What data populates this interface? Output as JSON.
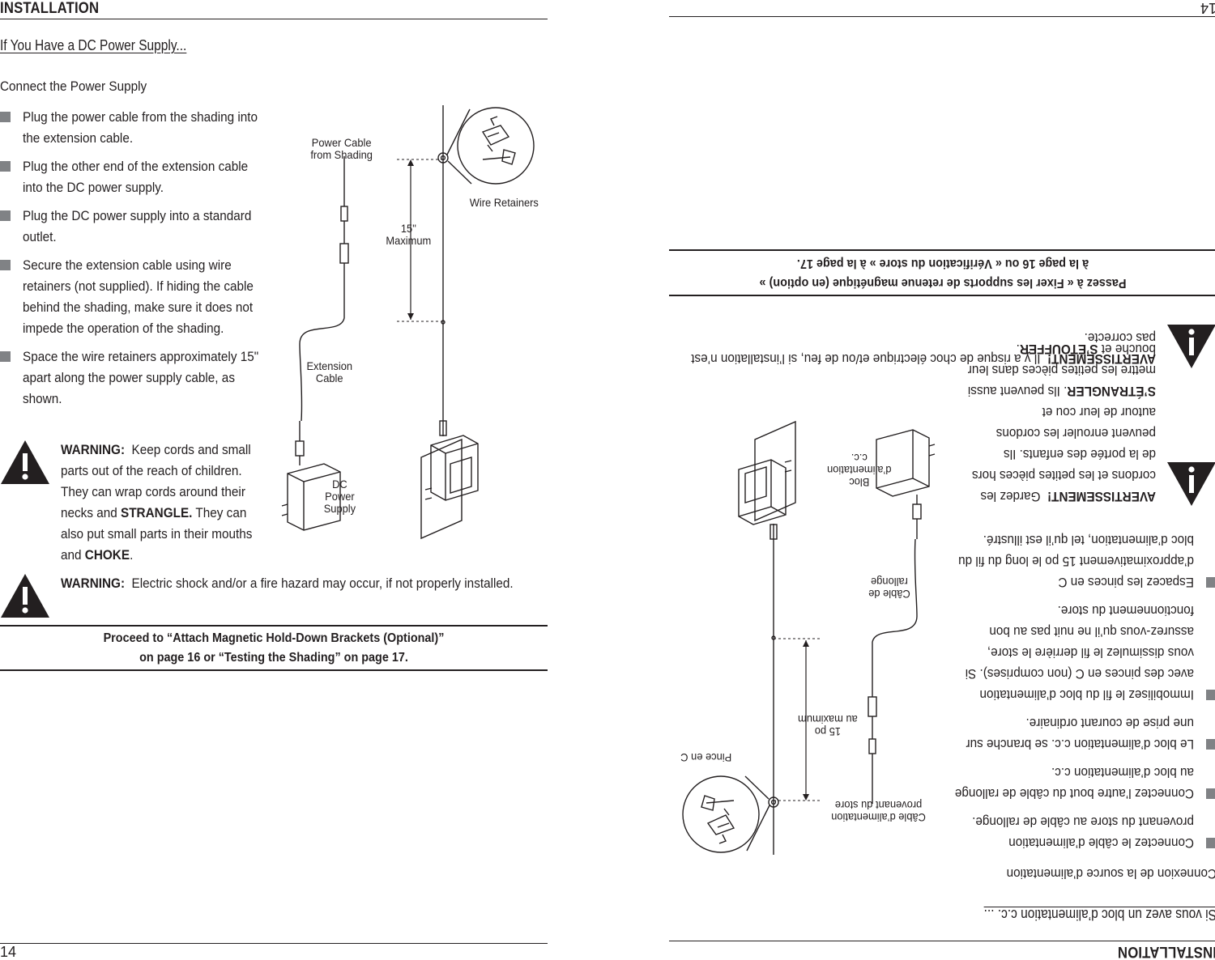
{
  "left_page": {
    "section_header": "INSTALLATION",
    "title": "If You Have a DC Power Supply...",
    "subheading": "Connect the Power Supply",
    "steps": [
      "Plug the power cable from the shading into the extension cable.",
      "Plug the other end of the extension cable into the DC power supply.",
      "Plug the DC power supply into a standard outlet.",
      "Secure the extension cable using wire retainers (not supplied). If hiding the cable behind the shading, make sure it does not impede the operation of the shading.",
      "Space the wire retainers approximately 15\" apart along the power supply cable, as shown."
    ],
    "warning1": {
      "label": "WARNING:",
      "text_a": "Keep cords and small parts out of the reach of children. They can wrap cords around their necks and",
      "strong_a": "STRANGLE.",
      "text_b": "They can also put small parts in their mouths and",
      "strong_b": "CHOKE",
      "end": "."
    },
    "warning2": {
      "label": "WARNING:",
      "text": "Electric shock and/or a fire hazard may occur, if not properly installed."
    },
    "proceed": {
      "line1": "Proceed to “Attach Magnetic Hold-Down Brackets (Optional)”",
      "line2": "on page 16 or “Testing the Shading” on page 17."
    },
    "diagram_labels": {
      "power_cable": [
        "Power Cable",
        "from Shading"
      ],
      "wire_retainers": "Wire Retainers",
      "spacing": [
        "15\"",
        "Maximum"
      ],
      "extension_cable": [
        "Extension",
        "Cable"
      ],
      "dc_power_supply": [
        "DC",
        "Power",
        "Supply"
      ]
    },
    "page_number": "14"
  },
  "right_page": {
    "section_header": "INSTALLATION",
    "title": "Si vous avez un bloc d’alimentation c.c. ...",
    "subheading": "Connexion de la source d’alimentation",
    "steps": [
      "Connectez le câble d’alimentation provenant du store au câble de rallonge.",
      "Connectez l’autre bout du câble de rallonge au bloc d’alimentation c.c.",
      "Le bloc d’alimentation c.c. se branche sur une prise de courant ordinaire.",
      "Immobilisez le fil du bloc d’alimentation avec des pinces en C (non comprises). Si vous dissimulez le fil derrière le store, assurez-vous qu’il ne nuit pas au bon fonctionnement du store.",
      "Espacez les pinces en C d’approximativement 15 po le long du fil du bloc d’alimentation, tel qu’il est illustré."
    ],
    "warning1": {
      "label": "AVERTISSEMENT!",
      "text_a": "Gardez les cordons et les petites pièces hors de la portée des enfants. Ils peuvent enrouler les cordons autour de leur cou et",
      "strong_a": "S’ÉTRANGLER",
      "text_b": ". Ils peuvent aussi mettre les petites pièces dans leur bouche et",
      "strong_b": "S’ÉTOUFFER",
      "end": "."
    },
    "warning2": {
      "label": "AVERTISSEMENT!",
      "text": "Il y a risque de choc électrique et/ou de feu, si l’installation n’est pas correcte."
    },
    "proceed": {
      "line1": "Passez à « Fixer les supports de retenue magnétique (en option) »",
      "line2": "à la  page 16 ou « Vérification du store » à la page 17."
    },
    "diagram_labels": {
      "power_cable": [
        "Câble d’alimentation",
        "provenant du store"
      ],
      "wire_retainers": "Pince en C",
      "spacing": [
        "15 po",
        "au maximum"
      ],
      "extension_cable": [
        "Câble de",
        "rallonge"
      ],
      "dc_power_supply": [
        "Bloc",
        "d’alimentation",
        "c.c."
      ]
    },
    "page_number": "14"
  },
  "colors": {
    "ink": "#231f20",
    "bullet": "#808285"
  },
  "icons": [
    "warning-triangle-icon",
    "square-bullet-icon"
  ]
}
